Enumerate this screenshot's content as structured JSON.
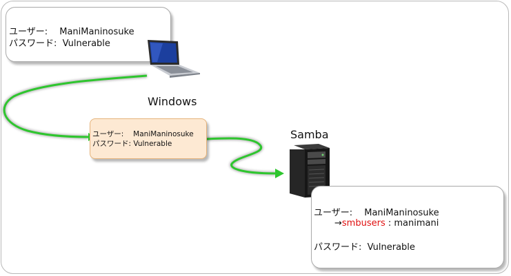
{
  "client_card": {
    "user_line": "ユーザー:　 ManiManinosuke",
    "pass_line": "パスワード:  Vulnerable"
  },
  "transit_card": {
    "user_line": "ユーザー:　 ManiManinosuke",
    "pass_line": "パスワード: Vulnerable"
  },
  "client_label": "Windows",
  "server_label": "Samba",
  "server_card": {
    "user_line": "ユーザー:　 ManiManinosuke",
    "map_arrow": "→",
    "map_group": "smbusers",
    "map_rest": " : manimani",
    "pass_line": "パスワード:  Vulnerable"
  },
  "colors": {
    "arrow": "#2ec62e",
    "highlight": "#e01010",
    "transit_fill": "#fde9d3"
  },
  "icons": [
    "laptop-icon",
    "server-tower-icon"
  ]
}
